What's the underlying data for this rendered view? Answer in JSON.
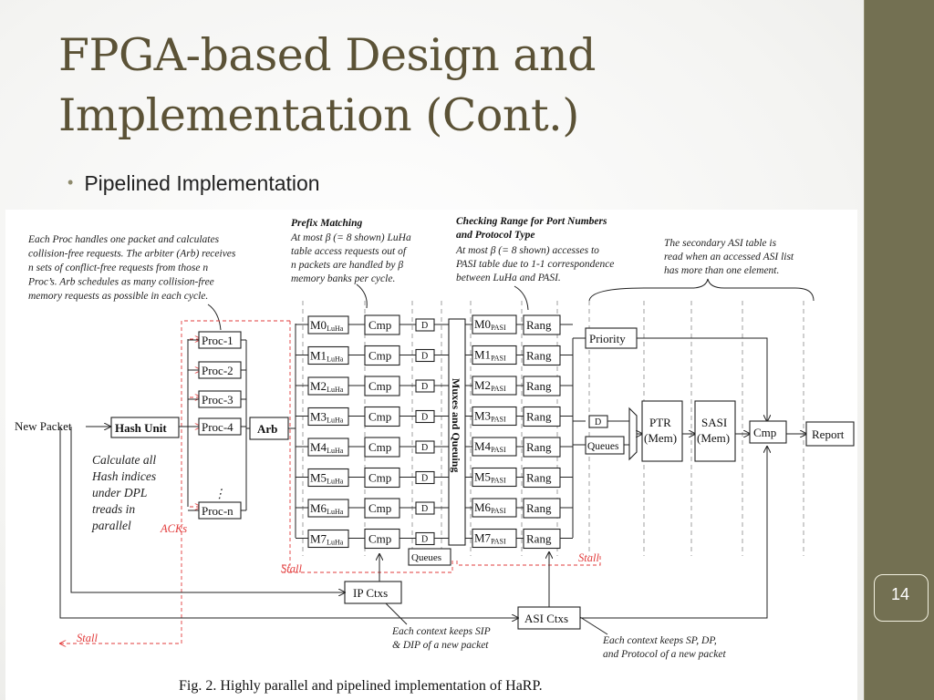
{
  "slide": {
    "title_line1": "FPGA-based Design and",
    "title_line2": "Implementation (Cont.)",
    "bullet": "Pipelined Implementation",
    "page_number": "14"
  },
  "figure": {
    "caption": "Fig. 2.   Highly parallel and pipelined implementation of HaRP.",
    "annotations": {
      "proc_note": [
        "Each Proc handles one packet and calculates",
        "collision-free requests. The arbiter (Arb) receives",
        "n sets of conflict-free requests from those n",
        "Proc’s.  Arb schedules as many collision-free",
        "memory requests as possible in each cycle."
      ],
      "prefix_title": "Prefix Matching",
      "prefix_note": [
        "At most β (= 8 shown) LuHa",
        "table access requests out of",
        "n packets are handled by β",
        "memory banks per cycle."
      ],
      "range_title": [
        "Checking Range for Port Numbers",
        "and Protocol Type"
      ],
      "range_note": [
        "At most β (= 8 shown) accesses to",
        "PASI table due to 1-1 correspondence",
        "between LuHa and PASI."
      ],
      "sasi_note": [
        "The secondary ASI table is",
        "read when an accessed ASI list",
        "has more than one element."
      ],
      "hash_note": [
        "Calculate all",
        "Hash indices",
        "under DPL",
        "treads in",
        "parallel"
      ],
      "ip_ctx_note": [
        "Each context keeps SIP",
        "& DIP of a new packet"
      ],
      "asi_ctx_note": [
        "Each context keeps SP, DP,",
        "and Protocol of a new packet"
      ]
    },
    "labels": {
      "new_packet": "New Packet",
      "hash_unit": "Hash Unit",
      "procs": [
        "Proc-1",
        "Proc-2",
        "Proc-3",
        "Proc-4",
        "Proc-n"
      ],
      "arb": "Arb",
      "luha_banks": [
        "M0",
        "M1",
        "M2",
        "M3",
        "M4",
        "M5",
        "M6",
        "M7"
      ],
      "luha_sub": "LuHa",
      "pasi_sub": "PASI",
      "cmp": "Cmp",
      "d": "D",
      "muxes": "Muxes and Queuing",
      "rang": "Rang",
      "priority": "Priority",
      "queues": "Queues",
      "ptr": [
        "PTR",
        "(Mem)"
      ],
      "sasi": [
        "SASI",
        "(Mem)"
      ],
      "report": "Report",
      "ip_ctxs": "IP Ctxs",
      "asi_ctxs": "ASI Ctxs",
      "stall": "Stall",
      "acks": "ACKs"
    }
  }
}
